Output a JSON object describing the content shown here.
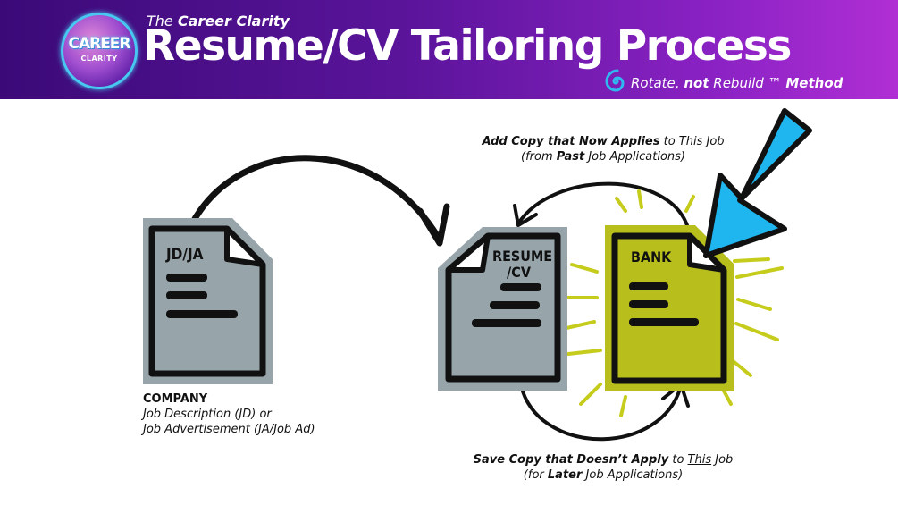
{
  "header": {
    "kicker_prefix": "The",
    "kicker_brand": "Career Clarity",
    "title": "Resume/CV Tailoring Process",
    "tagline_1": "Rotate,",
    "tagline_2": "not",
    "tagline_3": "Rebuild ™",
    "tagline_4": "Method",
    "logo_big": "CAREER",
    "logo_small": "CLARITY"
  },
  "documents": {
    "jd": {
      "label": "JD/JA",
      "color": "#97a5ab"
    },
    "resume": {
      "label_line1": "RESUME",
      "label_line2": "/CV",
      "color": "#97a5ab"
    },
    "bank": {
      "label": "BANK",
      "color": "#b8bf1c"
    }
  },
  "captions": {
    "company_heading": "COMPANY",
    "company_line1": "Job Description (JD) or",
    "company_line2": "Job Advertisement (JA/Job Ad)",
    "top_bold": "Add Copy that Now Applies",
    "top_rest": "to This Job",
    "top_line2_a": "(from",
    "top_line2_b": "Past",
    "top_line2_c": "Job Applications)",
    "bottom_bold": "Save Copy that Doesn’t Apply",
    "bottom_mid": "to",
    "bottom_underlined": "This",
    "bottom_rest": "Job",
    "bottom_line2_a": "(for",
    "bottom_line2_b": "Later",
    "bottom_line2_c": "Job Applications)"
  },
  "colors": {
    "header_start": "#3b0a78",
    "header_end": "#b02fd4",
    "arrow_blue": "#1fb6f0",
    "burst": "#c6cc1c",
    "outline": "#111111"
  }
}
